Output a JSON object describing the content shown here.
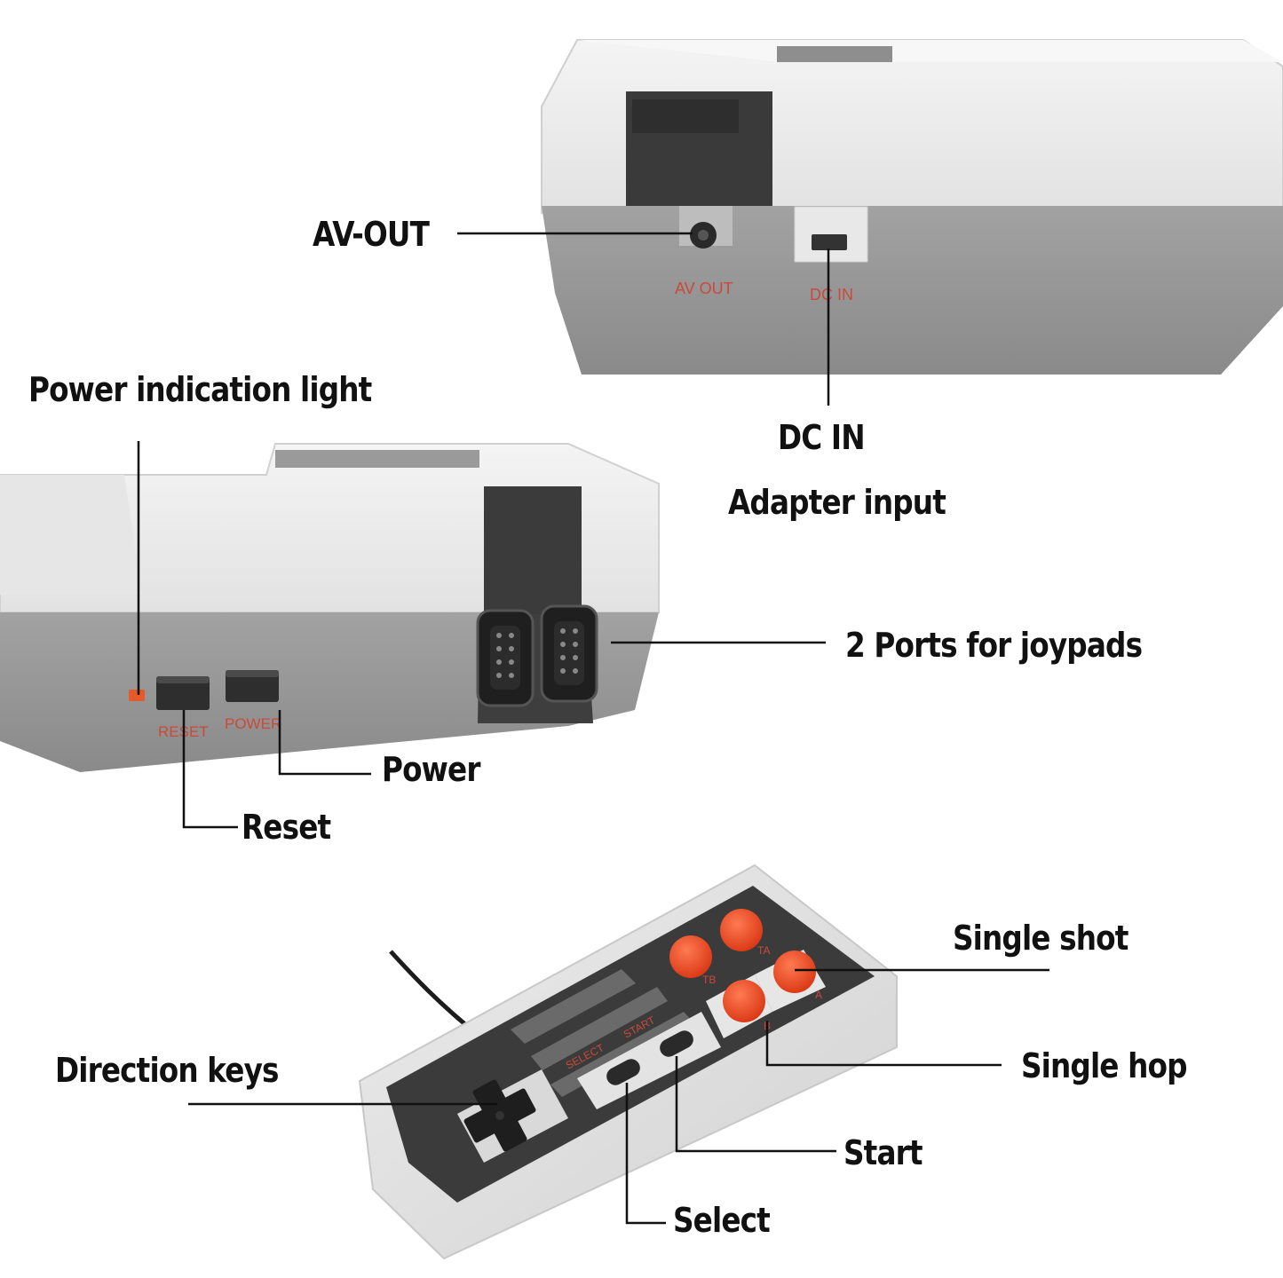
{
  "callouts": {
    "av_out": "AV-OUT",
    "dc_in": "DC IN",
    "adapter_input": "Adapter input",
    "power_light": "Power indication light",
    "joypad_ports": "2 Ports for joypads",
    "power": "Power",
    "reset": "Reset",
    "single_shot": "Single shot",
    "single_hop": "Single hop",
    "direction_keys": "Direction keys",
    "start": "Start",
    "select": "Select"
  },
  "console_rear": {
    "av_out_print": "AV OUT",
    "dc_in_print": "DC IN"
  },
  "console_front": {
    "reset_print": "RESET",
    "power_print": "POWER"
  },
  "controller": {
    "select_print": "SELECT",
    "start_print": "START",
    "b_print": "B",
    "a_print": "A",
    "turbo_b_print": "TB",
    "turbo_a_print": "TA"
  },
  "colors": {
    "shell_light": "#e9e9e9",
    "shell_mid": "#9a9a9a",
    "panel_dark": "#3b3b3b",
    "button_red": "#e8431f",
    "print_red": "#c94a3a",
    "led": "#e65a2a"
  }
}
